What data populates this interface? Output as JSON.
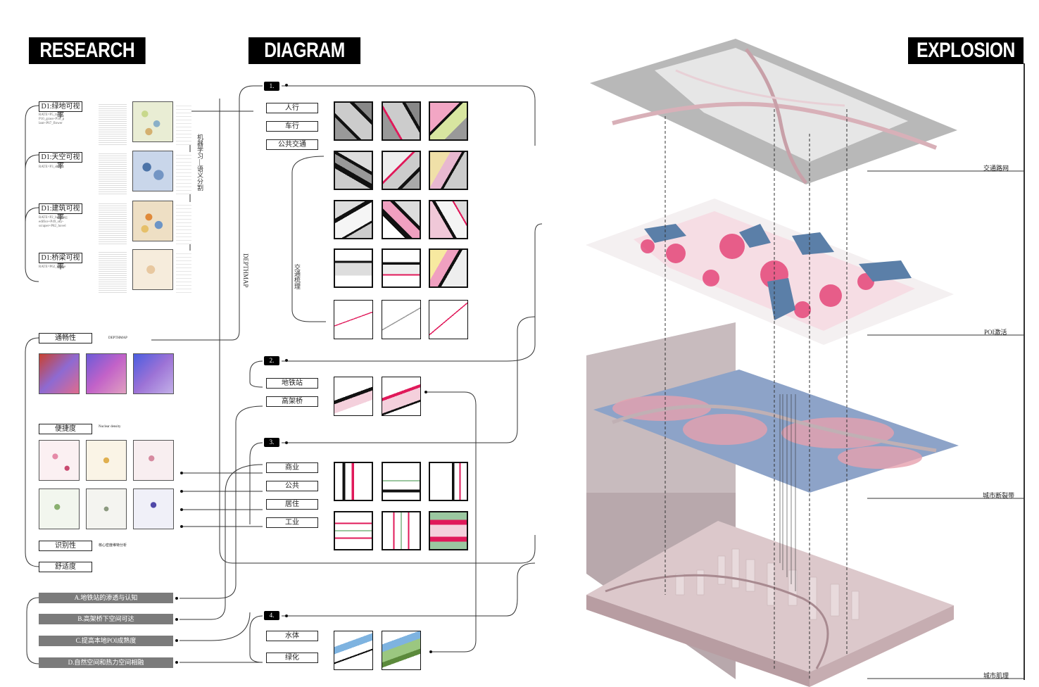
{
  "headers": {
    "research": "RESEARCH",
    "diagram": "DIAGRAM",
    "explosion": "EXPLOSION"
  },
  "research": {
    "items": [
      {
        "label": "D1:绿地可视率",
        "formula": "RATE=P5_tree+\nP10_grass+P18_p\nlant+P67_flower"
      },
      {
        "label": "D1:天空可视率",
        "formula": "RATE=P3_sky"
      },
      {
        "label": "D1:建筑可视率",
        "formula": "RATE=P2_building;\nedifice+P49_sky-\nscraper+P82_hovel"
      },
      {
        "label": "D1:桥梁可视率",
        "formula": "RATE=P62_bridge"
      }
    ],
    "side_label": "机器学习—语义分割",
    "depthmap_label": "DEPTHMAP",
    "tongchang": {
      "label": "通畅性",
      "note": "DEPTHMAP"
    },
    "bianjie": {
      "label": "便捷度",
      "note": "Nuclear density"
    },
    "shibie": {
      "label": "识别性",
      "note": "核心密度维特分析"
    },
    "shushi": {
      "label": "舒适度"
    },
    "goals": [
      "A.地铁站的渗透与认知",
      "B.高架桥下空间可达",
      "C.提高本地POI成熟度",
      "D.自然空间和热力空间相融"
    ]
  },
  "diagram": {
    "sections": [
      {
        "num": "1.",
        "items": [
          "人行",
          "车行",
          "公共交通"
        ]
      },
      {
        "num": "2.",
        "items": [
          "地铁站",
          "高架桥"
        ]
      },
      {
        "num": "3.",
        "items": [
          "商业",
          "公共",
          "居住",
          "工业"
        ]
      },
      {
        "num": "4.",
        "items": [
          "水体",
          "绿化"
        ]
      }
    ],
    "jiaotong_label": "交通梳理"
  },
  "explosion": {
    "layers": [
      "交通路网",
      "POI激活",
      "城市断裂带",
      "城市肌理"
    ]
  },
  "colors": {
    "accent": "#e0195a",
    "blue": "#5b7fa8",
    "grey": "#9c9c9c",
    "pink": "#d9b7b8"
  }
}
